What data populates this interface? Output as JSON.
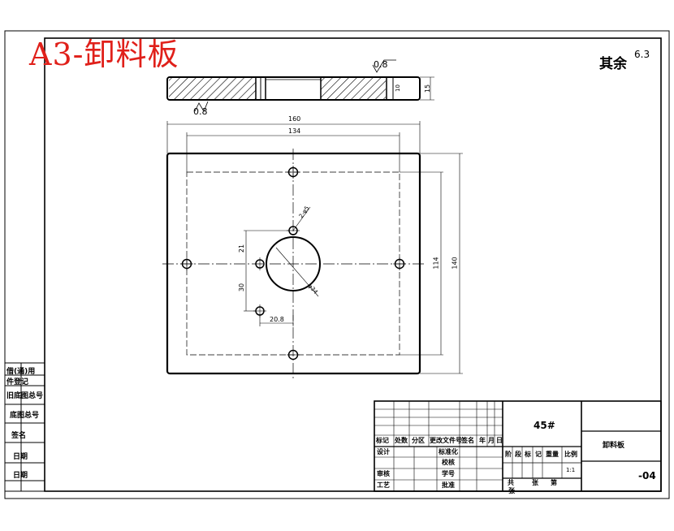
{
  "sheet": {
    "title": "A3-卸料板",
    "roughness_rest_label": "其余",
    "roughness_rest_value": "6.3"
  },
  "section_view": {
    "roughness_top": "0.8",
    "roughness_bottom": "0.8",
    "dim_thickness": "15",
    "dim_inner": "10"
  },
  "plan_view": {
    "dim_width_total": "160",
    "dim_width_holes": "134",
    "dim_height_total": "140",
    "dim_height_holes": "114",
    "dim_hole_upper": "21",
    "dim_hole_lower": "30",
    "dim_hole_x": "20.8",
    "dim_small_holes": "2-φ5",
    "dim_center_bore": "φ34"
  },
  "left_strip": {
    "items": [
      "借(通)用",
      "件登记",
      "旧底图总号",
      "底图总号",
      "签名",
      "日期",
      "日期"
    ]
  },
  "title_block": {
    "material": "45#",
    "part_name": "卸料板",
    "drawing_no": "-04",
    "scale": "1:1",
    "row_headers": [
      "标记",
      "处数",
      "分区",
      "更改文件号",
      "签名",
      "年",
      "月",
      "日"
    ],
    "sign_rows": [
      {
        "left": "设计",
        "right": "标准化"
      },
      {
        "left": "",
        "right": "校核"
      },
      {
        "left": "审核",
        "right": "学号"
      },
      {
        "left": "工艺",
        "right": "批准"
      }
    ],
    "stage_headers": [
      "阶",
      "段",
      "标",
      "记",
      "重量",
      "比例"
    ],
    "sheet_info": [
      "共",
      "张",
      "第",
      "张"
    ]
  }
}
